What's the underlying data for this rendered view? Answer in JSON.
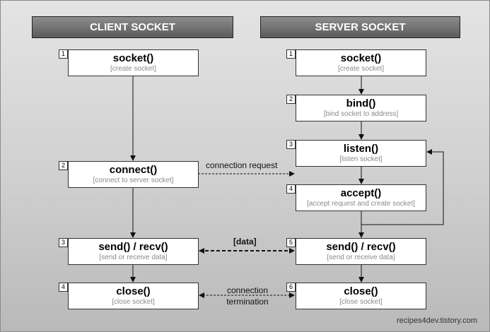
{
  "client": {
    "header": "CLIENT SOCKET",
    "steps": [
      {
        "num": "1",
        "title": "socket()",
        "sub": "[create socket]"
      },
      {
        "num": "2",
        "title": "connect()",
        "sub": "[connect to server socket]"
      },
      {
        "num": "3",
        "title": "send() / recv()",
        "sub": "[send or receive data]"
      },
      {
        "num": "4",
        "title": "close()",
        "sub": "[close socket]"
      }
    ]
  },
  "server": {
    "header": "SERVER SOCKET",
    "steps": [
      {
        "num": "1",
        "title": "socket()",
        "sub": "[create socket]"
      },
      {
        "num": "2",
        "title": "bind()",
        "sub": "[bind socket to address]"
      },
      {
        "num": "3",
        "title": "listen()",
        "sub": "[listen socket]"
      },
      {
        "num": "4",
        "title": "accept()",
        "sub": "[accept request and create socket]"
      },
      {
        "num": "5",
        "title": "send() / recv()",
        "sub": "[send or receive data]"
      },
      {
        "num": "6",
        "title": "close()",
        "sub": "[close socket]"
      }
    ]
  },
  "labels": {
    "connection_request": "connection request",
    "data": "[data]",
    "termination_line1": "connection",
    "termination_line2": "termination"
  },
  "watermark": "recipes4dev.tistory.com",
  "colors": {
    "header_bg": "#6b6b6b",
    "subtitle": "#8a8a8a"
  }
}
